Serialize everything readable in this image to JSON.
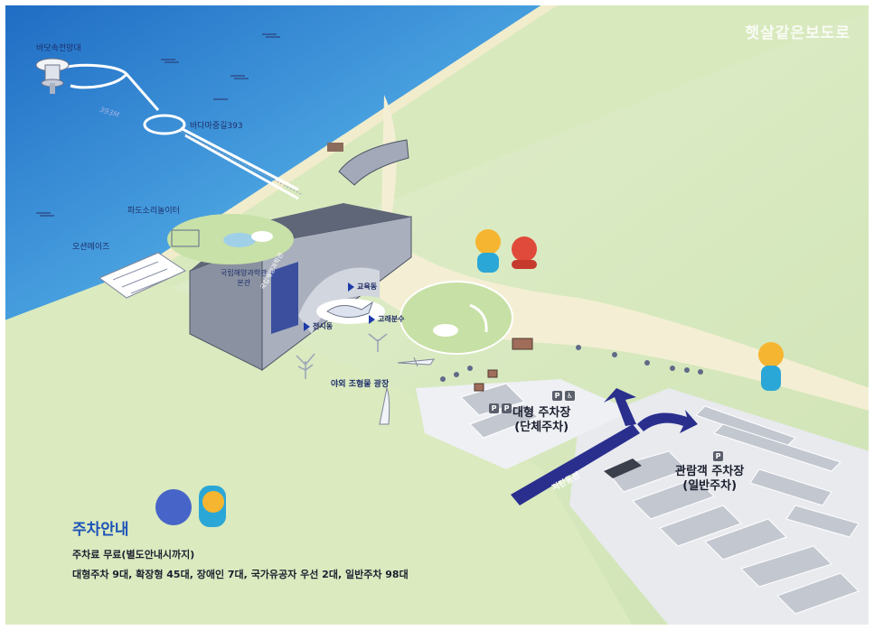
{
  "watermark": "햇살같은보도로",
  "labels": {
    "observatory": "바닷속전망대",
    "street_address": "바다마중길393",
    "distance": "393M",
    "wave_playground": "파도소리놀이터",
    "ocean_maze": "오션메이즈",
    "main_building": "국립해양과학관\n본관",
    "building_sign": "국립해양과학관",
    "education_building": "교육동",
    "whale_fountain": "고래분수",
    "exhibition_building": "전시동",
    "sculpture_plaza": "야외 조형물 광장",
    "large_parking": "대형 주차장\n(단체주차)",
    "visitor_parking": "관람객 주차장\n(일반주차)",
    "road": "저탄동선"
  },
  "badges": {
    "parking": "P",
    "accessible": "♿"
  },
  "info": {
    "title": "주차안내",
    "line1": "주차료 무료(별도안내시까지)",
    "line2": "대형주차 9대, 확장형 45대, 장애인 7대, 국가유공자 우선 2대, 일반주차 98대"
  },
  "colors": {
    "sea": "#3f92d8",
    "land": "#dcebc4",
    "walkway": "#f3eed2",
    "road": "#2a2f8e",
    "parking_lot": "#e6e8ee",
    "building": "#7e8595",
    "accent": "#1c52b8"
  }
}
